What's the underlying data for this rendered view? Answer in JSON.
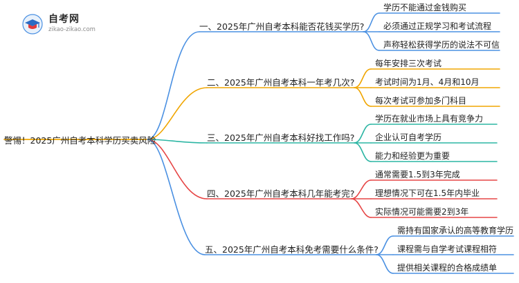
{
  "logo": {
    "title": "自考网",
    "subtitle": "zikao-zikao.com",
    "icon": "graduation-cap-icon"
  },
  "root": {
    "label": "警惕！2025广州自考本科学历买卖风险"
  },
  "branches": [
    {
      "question": "一、2025年广州自考本科能否花钱买学历?",
      "color": "#4a90e2",
      "leaves": [
        "学历不能通过金钱购买",
        "必须通过正规学习和考试流程",
        "声称轻松获得学历的说法不可信"
      ]
    },
    {
      "question": "二、2025年广州自考本科一年考几次?",
      "color": "#f0a500",
      "leaves": [
        "每年安排三次考试",
        "考试时间为1月、4月和10月",
        "每次考试可参加多门科目"
      ]
    },
    {
      "question": "三、2025年广州自考本科好找工作吗?",
      "color": "#2bb5a3",
      "leaves": [
        "学历在就业市场上具有竞争力",
        "企业认可自考学历",
        "能力和经验更为重要"
      ]
    },
    {
      "question": "四、2025年广州自考本科几年能考完?",
      "color": "#e64545",
      "leaves": [
        "通常需要1.5到3年完成",
        "理想情况下可在1.5年内毕业",
        "实际情况可能需要2到3年"
      ]
    },
    {
      "question": "五、2025年广州自考本科免考需要什么条件?",
      "color": "#4a90e2",
      "leaves": [
        "需持有国家承认的高等教育学历",
        "课程需与自学考试课程相符",
        "提供相关课程的合格成绩单"
      ]
    }
  ]
}
